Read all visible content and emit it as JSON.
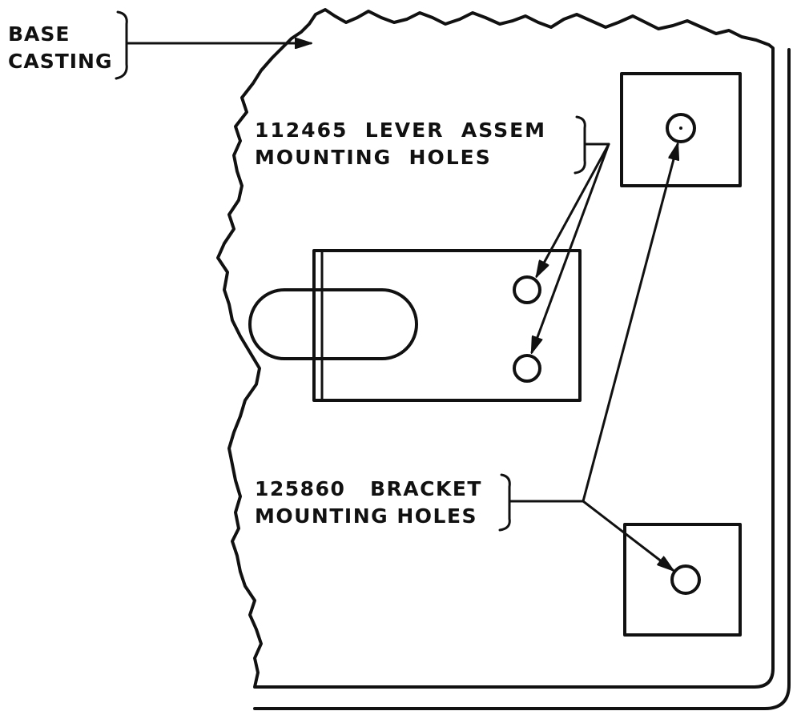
{
  "labels": {
    "base_casting": {
      "line1": "BASE",
      "line2": "CASTING"
    },
    "lever_assem": {
      "line1": "112465  LEVER  ASSEM",
      "line2": "MOUNTING  HOLES"
    },
    "bracket": {
      "line1": "125860   BRACKET",
      "line2": "MOUNTING HOLES"
    }
  },
  "colors": {
    "ink": "#111111",
    "paper": "#ffffff"
  }
}
